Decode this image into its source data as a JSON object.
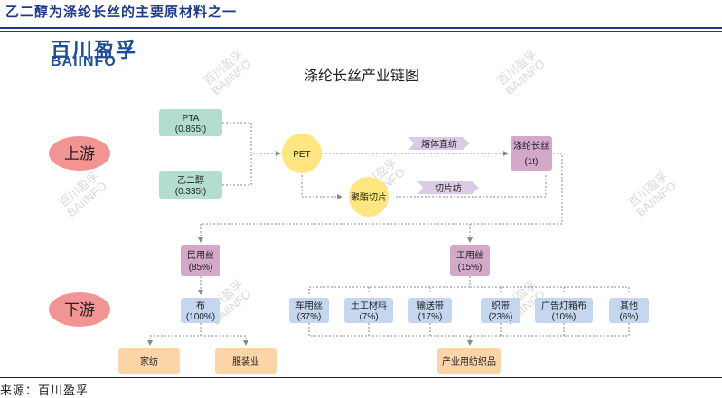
{
  "header": {
    "title": "乙二醇为涤纶长丝的主要原材料之一"
  },
  "logo": {
    "cn": "百川盈孚",
    "en": "BAIINFO"
  },
  "diagram": {
    "title": "涤纶长丝产业链图",
    "stage_upstream": "上游",
    "stage_downstream": "下游",
    "pta": {
      "name": "PTA",
      "value": "(0.855t)"
    },
    "meg": {
      "name": "乙二醇",
      "value": "(0.335t)"
    },
    "pet": "PET",
    "chips": "聚酯切片",
    "melt_direct": "熔体直纺",
    "chip_spin": "切片纺",
    "filament": {
      "name": "涤纶长丝",
      "value": "(1t)"
    },
    "civil": {
      "name": "民用丝",
      "value": "(85%)"
    },
    "industrial": {
      "name": "工用丝",
      "value": "(15%)"
    },
    "cloth": {
      "name": "布",
      "value": "(100%)"
    },
    "car": {
      "name": "车用丝",
      "value": "(37%)"
    },
    "geo": {
      "name": "土工材料",
      "value": "(7%)"
    },
    "conveyor": {
      "name": "输送带",
      "value": "(17%)"
    },
    "webbing": {
      "name": "织带",
      "value": "(23%)"
    },
    "lightbox": {
      "name": "广告灯箱布",
      "value": "(10%)"
    },
    "other": {
      "name": "其他",
      "value": "(6%)"
    },
    "home_textile": "家纺",
    "apparel": "服装业",
    "industrial_textile": "产业用纺织品",
    "watermark": {
      "cn": "百川盈孚",
      "en": "BAIINFO"
    }
  },
  "footer": {
    "source": "来源：百川盈孚"
  },
  "colors": {
    "header_blue": "#1f3a8a",
    "green_box": "#b3ddd0",
    "purple_box": "#d3a8c9",
    "blue_box": "#c4d6f0",
    "yellow_circle": "#ffe680",
    "red_oval": "#f29494",
    "orange_box": "#fbd5a8",
    "arrow_tag": "#dbcbe6"
  }
}
